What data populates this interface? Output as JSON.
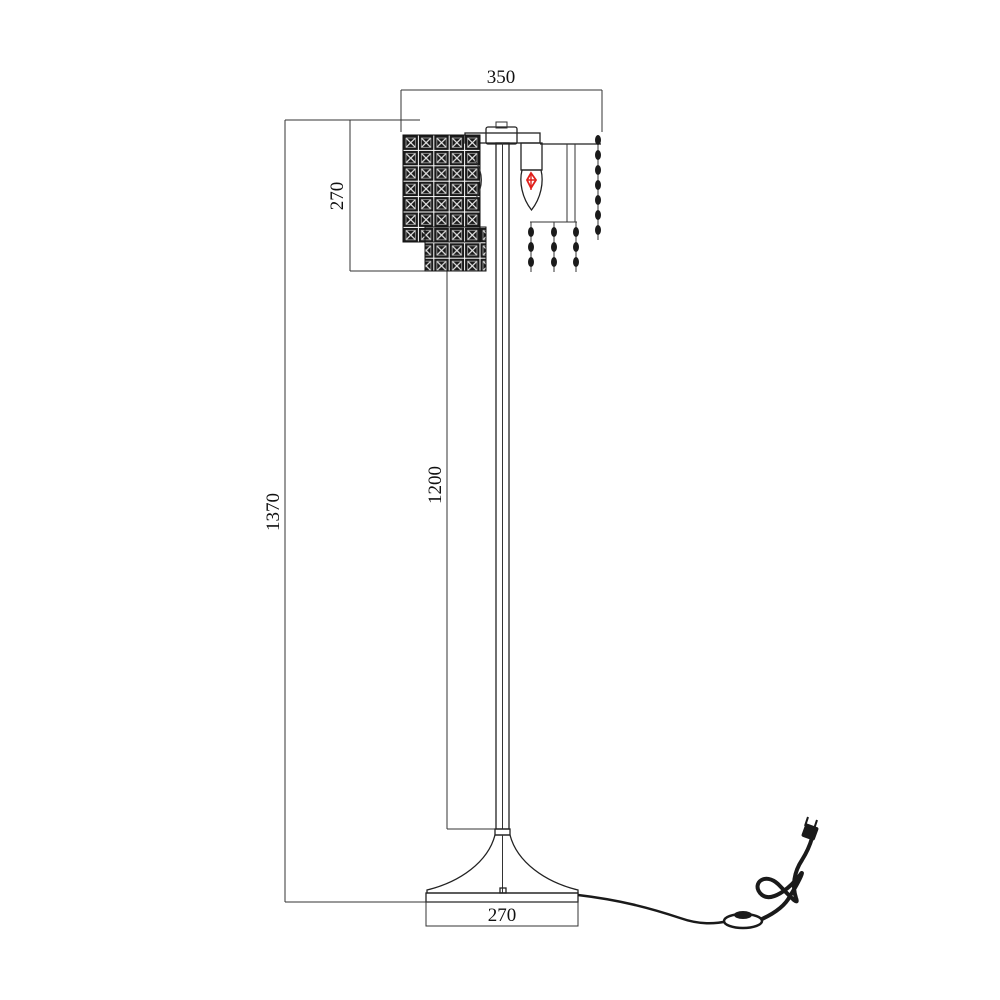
{
  "dimensions": {
    "shade_width": "350",
    "shade_height": "270",
    "overall_height": "1370",
    "pole_height": "1200",
    "base_width": "270"
  },
  "colors": {
    "line": "#222222",
    "crystal": "#1a1a1a",
    "bulb_filament": "#e0201c",
    "background": "#ffffff"
  },
  "icons": {
    "bulb": "candle-bulb-icon",
    "plug": "power-plug-icon",
    "foot_switch": "foot-switch-icon"
  }
}
